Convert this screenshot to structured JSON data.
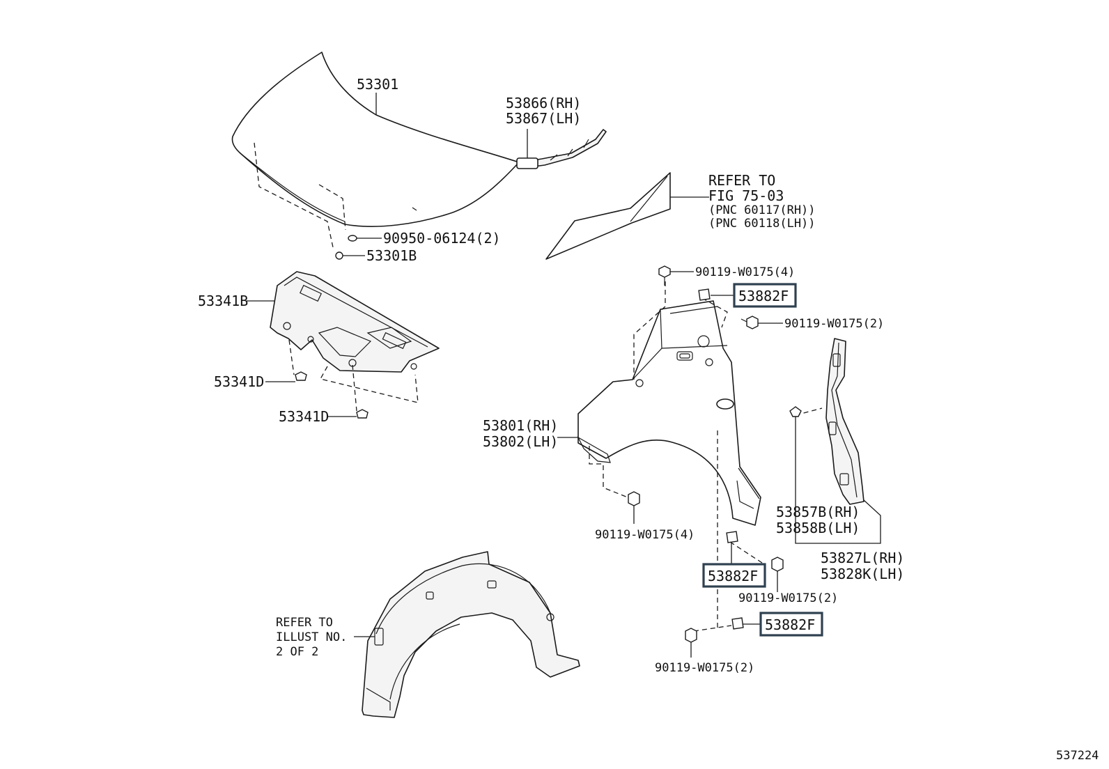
{
  "labels": {
    "hood": "53301",
    "hood_seal_rh": "53866(RH)",
    "hood_seal_lh": "53867(LH)",
    "refer_fig_1": "REFER TO",
    "refer_fig_2": "FIG 75-03",
    "refer_fig_3": "(PNC 60117(RH))",
    "refer_fig_4": "(PNC 60118(LH))",
    "hood_cushion": "90950-06124(2)",
    "hood_clip": "53301B",
    "insulator": "53341B",
    "insulator_clip_1": "53341D",
    "insulator_clip_2": "53341D",
    "bolt_top": "90119-W0175(4)",
    "spacer_top": "53882F",
    "bolt_right": "90119-W0175(2)",
    "fender_rh": "53801(RH)",
    "fender_lh": "53802(LH)",
    "bolt_front": "90119-W0175(4)",
    "bracket_clip_rh": "53857B(RH)",
    "bracket_clip_lh": "53858B(LH)",
    "bracket_rh": "53827L(RH)",
    "bracket_lh": "53828K(LH)",
    "spacer_mid": "53882F",
    "bolt_mid": "90119-W0175(2)",
    "spacer_low": "53882F",
    "bolt_low": "90119-W0175(2)",
    "refer_illust_1": "REFER TO",
    "refer_illust_2": "ILLUST NO.",
    "refer_illust_3": "2 OF 2",
    "figure_number": "537224"
  },
  "highlight_color": "#2f4150"
}
